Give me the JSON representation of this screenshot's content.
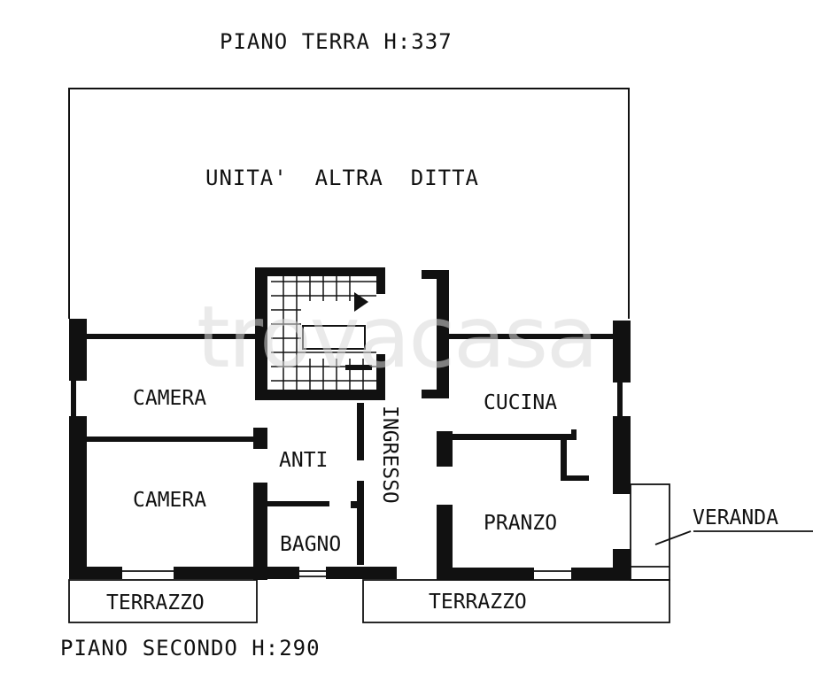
{
  "header": {
    "title": "PIANO TERRA H:337"
  },
  "footer": {
    "caption": "PIANO SECONDO H:290"
  },
  "watermark": "trovacasa",
  "rooms": {
    "other_unit": "UNITA'  ALTRA  DITTA",
    "camera_top": "CAMERA",
    "camera_bottom": "CAMERA",
    "anti": "ANTI",
    "bagno": "BAGNO",
    "ingresso": "INGRESSO",
    "cucina": "CUCINA",
    "pranzo": "PRANZO",
    "terrazzo_left": "TERRAZZO",
    "terrazzo_right": "TERRAZZO",
    "veranda": "VERANDA"
  },
  "colors": {
    "wall": "#111111",
    "thin_line": "#111111",
    "watermark": "#d9d9d9"
  }
}
